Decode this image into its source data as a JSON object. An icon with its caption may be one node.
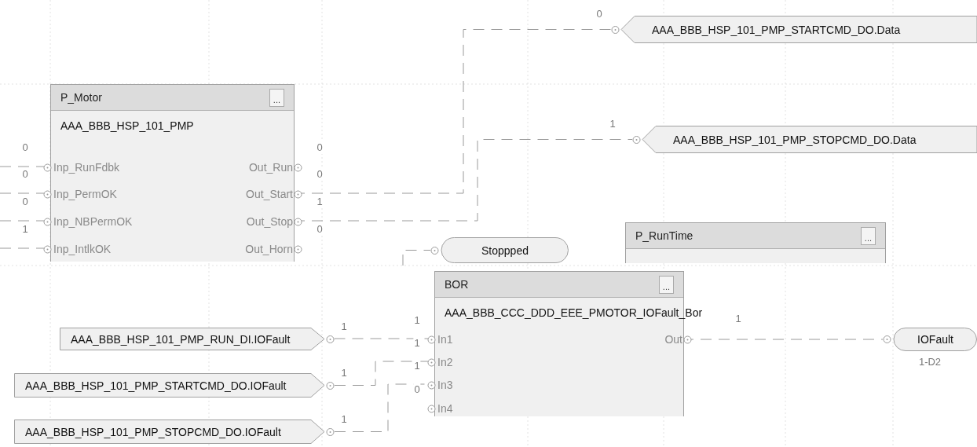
{
  "diagram": {
    "nodes": [
      {
        "text": [
          "P_Motor",
          "...",
          "AAA_BBB_HSP_101_PMP"
        ]
      },
      {
        "text": [
          "Inp_RunFdbk"
        ],
        "in": 0,
        "beside": [
          "0"
        ]
      },
      {
        "text": [
          "Inp_PermOK"
        ],
        "in": 0,
        "beside": [
          "0"
        ]
      },
      {
        "text": [
          "Inp_NBPermOK"
        ],
        "in": 0,
        "beside": [
          "0"
        ]
      },
      {
        "text": [
          "Inp_IntlkOK"
        ],
        "in": 0,
        "beside": [
          "1"
        ]
      },
      {
        "text": [
          "Out_Run"
        ],
        "in": 0,
        "beside": [
          "0"
        ]
      },
      {
        "text": [
          "Out_Start"
        ],
        "in": 0,
        "beside": [
          "0"
        ]
      },
      {
        "text": [
          "Out_Stop"
        ],
        "in": 0,
        "beside": [
          "1"
        ]
      },
      {
        "text": [
          "Out_Horn"
        ],
        "in": 0,
        "beside": [
          "0"
        ]
      },
      {
        "text": [
          "AAA_BBB_HSP_101_PMP_STARTCMD_DO.Data"
        ]
      },
      {
        "text": [
          "AAA_BBB_HSP_101_PMP_STOPCMD_DO.Data"
        ]
      },
      {
        "text": [
          "Stoppped"
        ]
      },
      {
        "text": [
          "P_RunTime",
          "..."
        ]
      },
      {
        "text": [
          "BOR",
          "...",
          "AAA_BBB_CCC_DDD_EEE_PMOTOR_IOFault_Bor"
        ]
      },
      {
        "text": [
          "In1"
        ],
        "in": 13
      },
      {
        "text": [
          "In2"
        ],
        "in": 13
      },
      {
        "text": [
          "In3"
        ],
        "in": 13
      },
      {
        "text": [
          "In4"
        ],
        "in": 13
      },
      {
        "text": [
          "Out"
        ],
        "in": 13
      },
      {
        "text": [
          "AAA_BBB_HSP_101_PMP_RUN_DI.IOFault"
        ]
      },
      {
        "text": [
          "AAA_BBB_HSP_101_PMP_STARTCMD_DO.IOFault"
        ]
      },
      {
        "text": [
          "AAA_BBB_HSP_101_PMP_STOPCMD_DO.IOFault"
        ]
      },
      {
        "text": [
          "IOFault"
        ],
        "beside": [
          "1-D2"
        ]
      }
    ],
    "edges": [
      {
        "from": null,
        "to": 1,
        "arrow": "none",
        "style": "dashed"
      },
      {
        "from": null,
        "to": 2,
        "arrow": "none",
        "style": "dashed"
      },
      {
        "from": null,
        "to": 3,
        "arrow": "none",
        "style": "dashed"
      },
      {
        "from": null,
        "to": 4,
        "arrow": "none",
        "style": "dashed"
      },
      {
        "from": 6,
        "to": 9,
        "arrow": "none",
        "label": "0",
        "style": "dashed"
      },
      {
        "from": 7,
        "to": 10,
        "arrow": "none",
        "label": "1",
        "style": "dashed"
      },
      {
        "from": null,
        "to": 11,
        "arrow": "none",
        "style": "dashed"
      },
      {
        "from": 19,
        "to": 14,
        "arrow": "none",
        "label": "1",
        "style": "dashed"
      },
      {
        "from": 20,
        "to": 15,
        "arrow": "none",
        "label": "1",
        "style": "dashed"
      },
      {
        "from": 21,
        "to": 16,
        "arrow": "none",
        "label": "1",
        "style": "dashed"
      },
      {
        "from": 18,
        "to": 22,
        "arrow": "none",
        "style": "dashed"
      }
    ],
    "labels": [
      "1",
      "1",
      "1",
      "1",
      "0"
    ]
  }
}
